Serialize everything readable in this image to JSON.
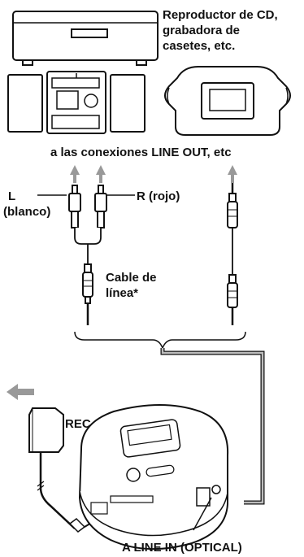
{
  "labels": {
    "source_devices": [
      "Reproductor de CD,",
      "grabadora de",
      "casetes, etc."
    ],
    "line_out": "a las conexiones LINE OUT, etc",
    "left_channel": [
      "L",
      "(blanco)"
    ],
    "right_channel": "R (rojo)",
    "line_cable": [
      "Cable de",
      "línea*"
    ],
    "rec": "REC",
    "line_in": "A LINE IN (OPTICAL)"
  },
  "colors": {
    "stroke": "#111111",
    "arrow": "#999999",
    "shade": "#bdbdbd"
  }
}
